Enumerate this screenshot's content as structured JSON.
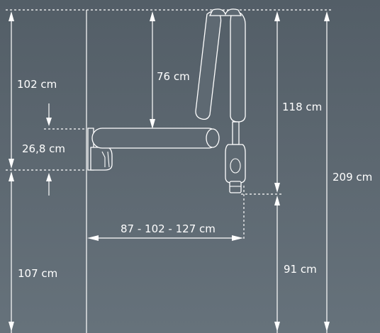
{
  "diagram": {
    "labels": {
      "wall_height_upper": "102 cm",
      "arm_drop": "76 cm",
      "arm_thickness": "26,8 cm",
      "head_height_above_floor_level": "118 cm",
      "total_height": "209 cm",
      "reach": "87  - 102 - 127 cm",
      "wall_height_lower": "107 cm",
      "head_floor_clearance": "91 cm"
    },
    "colors": {
      "background": "#5b6670",
      "lines": "#ffffff"
    },
    "icons": [
      "arrow-head-icon"
    ]
  }
}
